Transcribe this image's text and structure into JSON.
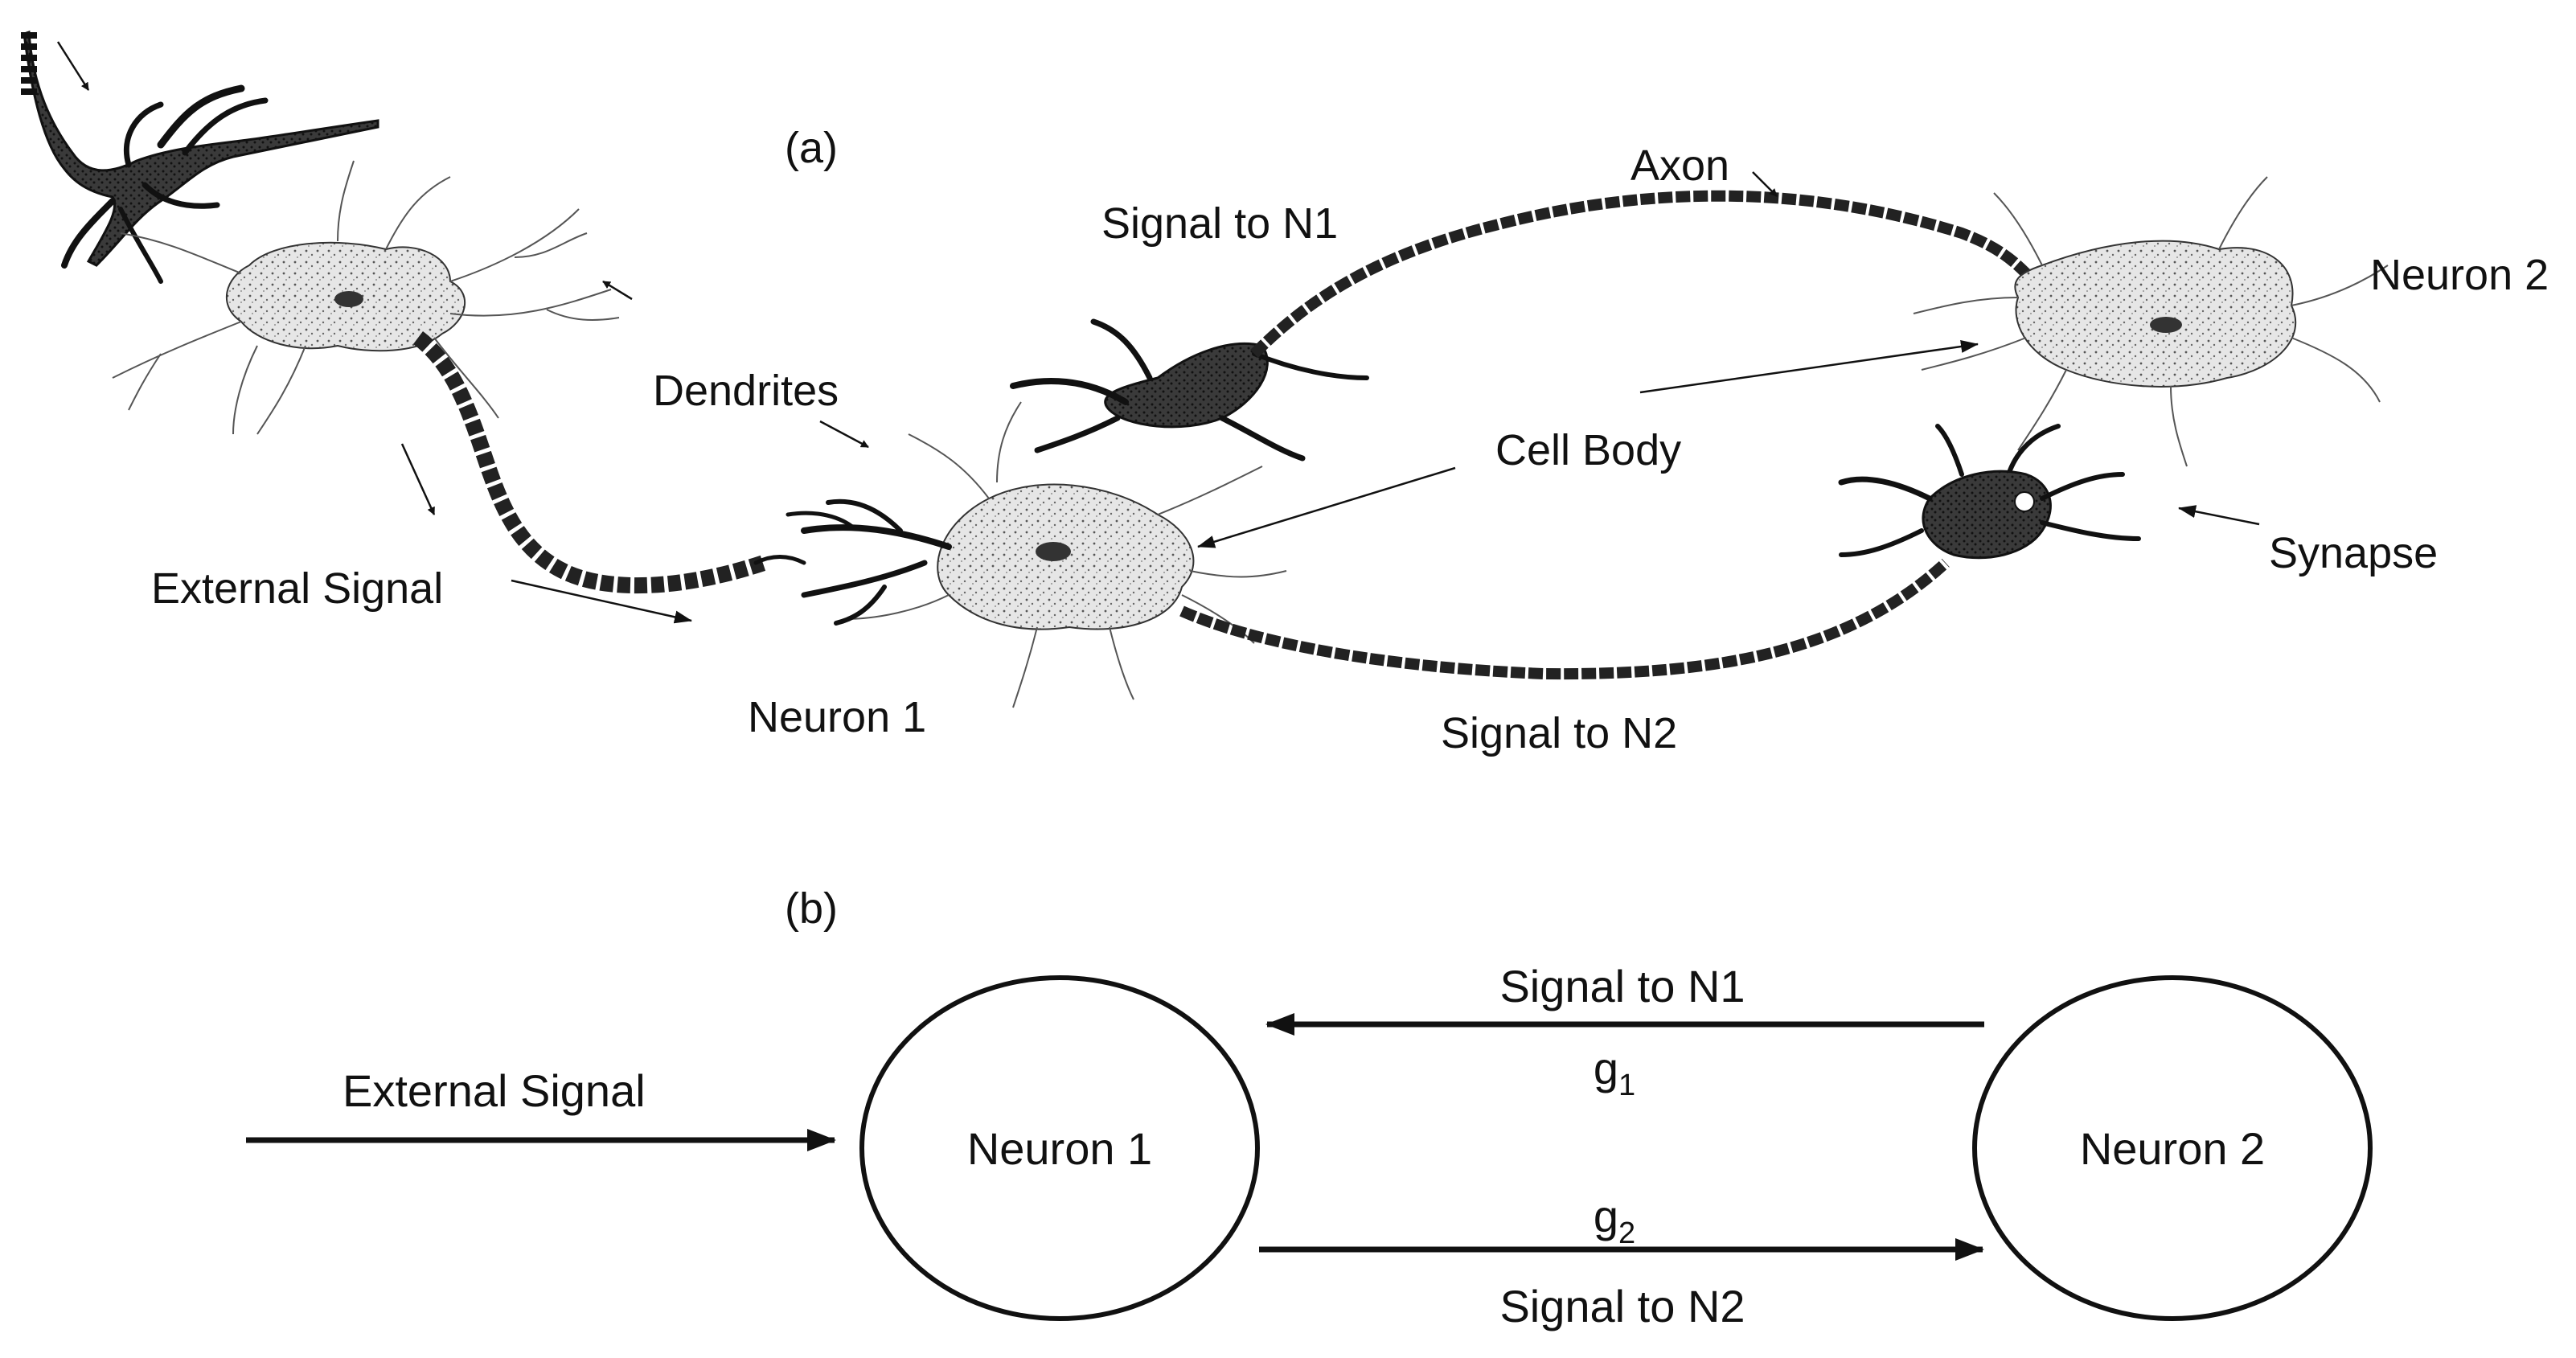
{
  "panel_a": {
    "panel_label": "(a)",
    "labels": {
      "axon": "Axon",
      "signal_to_n1": "Signal to N1",
      "neuron_2": "Neuron 2",
      "dendrites": "Dendrites",
      "cell_body": "Cell Body",
      "synapse": "Synapse",
      "external_signal": "External Signal",
      "neuron_1": "Neuron 1",
      "signal_to_n2": "Signal to N2"
    }
  },
  "panel_b": {
    "panel_label": "(b)",
    "external_signal": "External Signal",
    "neuron_1": "Neuron 1",
    "neuron_2": "Neuron 2",
    "signal_to_n1": "Signal to N1",
    "signal_to_n2": "Signal to N2",
    "g1": {
      "base": "g",
      "sub": "1"
    },
    "g2": {
      "base": "g",
      "sub": "2"
    }
  },
  "colors": {
    "ink": "#111111",
    "soma_fill": "#d9d9d9",
    "soma_dark": "#2a2a2a",
    "background": "#ffffff"
  }
}
